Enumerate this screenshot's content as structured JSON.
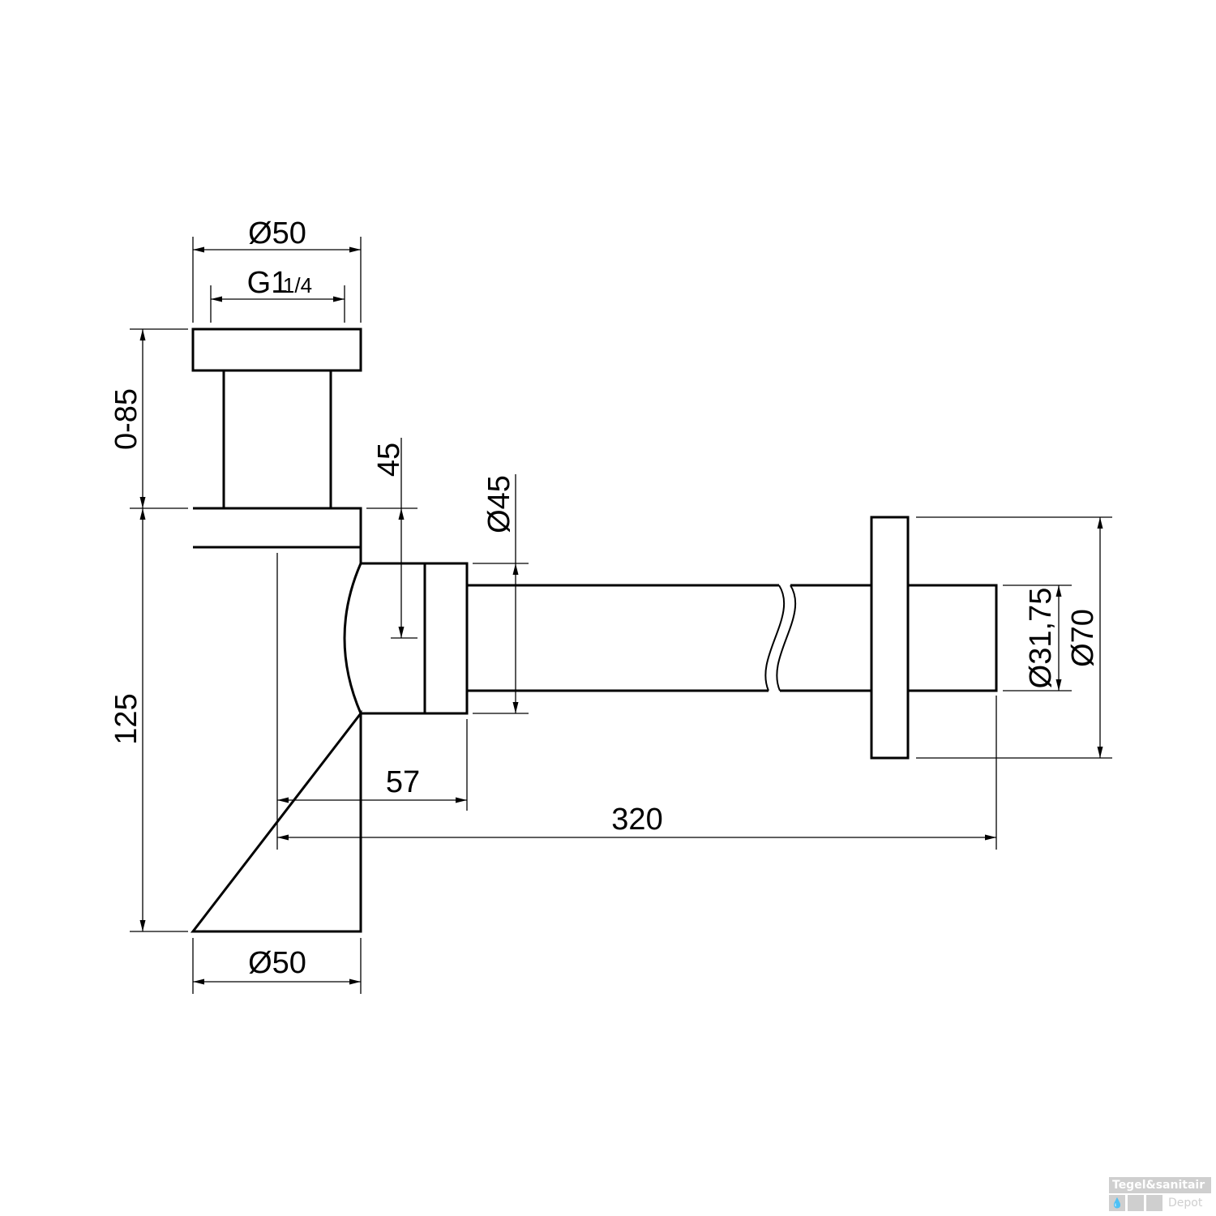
{
  "drawing": {
    "dimensions": {
      "top_diameter": "Ø50",
      "thread": "G1",
      "thread_fraction": "1/4",
      "height_adjust": "0-85",
      "body_height": "125",
      "bottom_diameter": "Ø50",
      "outlet_offset": "45",
      "outlet_diameter": "Ø45",
      "outlet_length": "57",
      "total_length": "320",
      "pipe_diameter": "Ø31,75",
      "flange_diameter": "Ø70"
    }
  },
  "watermark": {
    "line1": "Tegel&sanitair",
    "line2": "Depot"
  },
  "colors": {
    "line": "#000000",
    "watermark": "#cfcfcf"
  }
}
